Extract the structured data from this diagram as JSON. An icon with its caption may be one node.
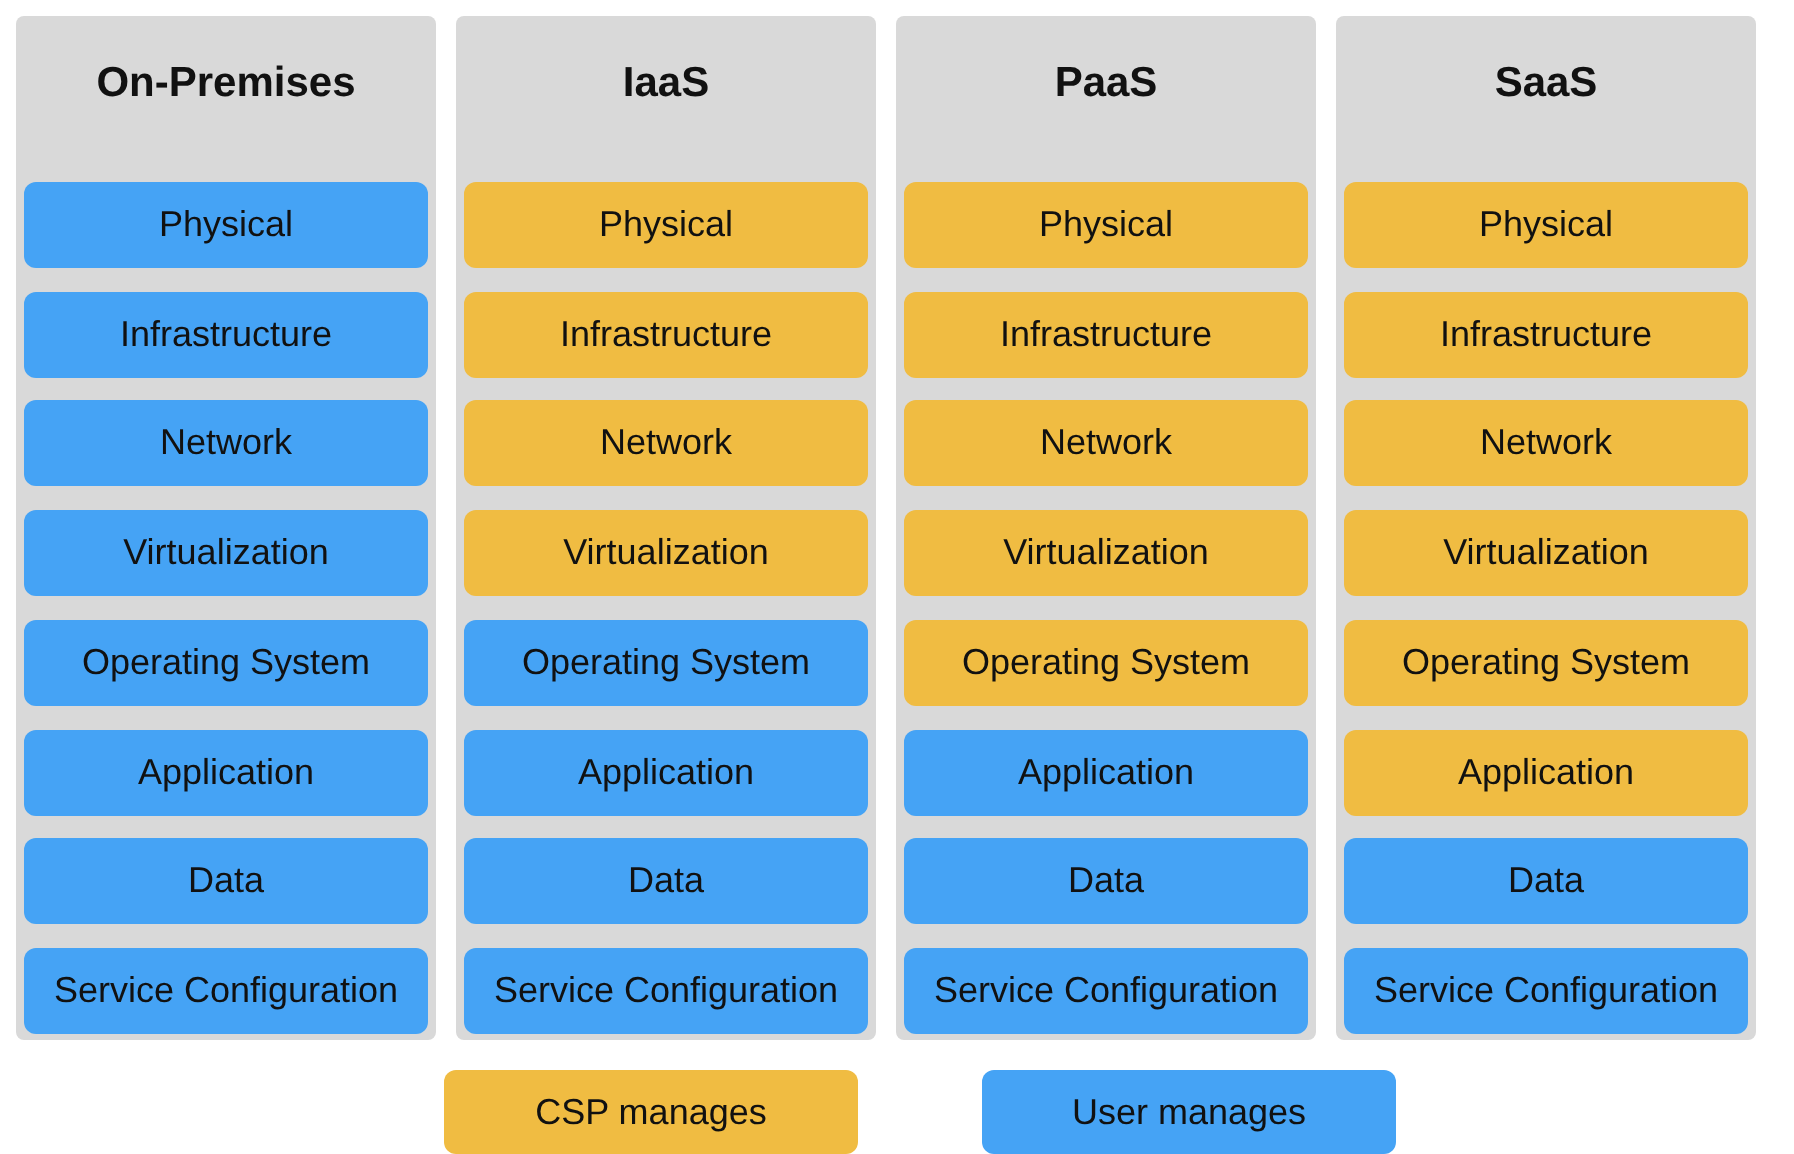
{
  "diagram": {
    "nodes": [
      {
        "text": [
          "On-Premises"
        ]
      },
      {
        "text": [
          "Physical"
        ],
        "in": 0
      },
      {
        "text": [
          "Infrastructure"
        ],
        "in": 0
      },
      {
        "text": [
          "Network"
        ],
        "in": 0
      },
      {
        "text": [
          "Virtualization"
        ],
        "in": 0
      },
      {
        "text": [
          "Operating System"
        ],
        "in": 0
      },
      {
        "text": [
          "Application"
        ],
        "in": 0
      },
      {
        "text": [
          "Data"
        ],
        "in": 0
      },
      {
        "text": [
          "Service Configuration"
        ],
        "in": 0
      },
      {
        "text": [
          "IaaS"
        ]
      },
      {
        "text": [
          "Physical"
        ],
        "in": 9
      },
      {
        "text": [
          "Infrastructure"
        ],
        "in": 9
      },
      {
        "text": [
          "Network"
        ],
        "in": 9
      },
      {
        "text": [
          "Virtualization"
        ],
        "in": 9
      },
      {
        "text": [
          "Operating System"
        ],
        "in": 9
      },
      {
        "text": [
          "Application"
        ],
        "in": 9
      },
      {
        "text": [
          "Data"
        ],
        "in": 9
      },
      {
        "text": [
          "Service Configuration"
        ],
        "in": 9
      },
      {
        "text": [
          "PaaS"
        ]
      },
      {
        "text": [
          "Physical"
        ],
        "in": 18
      },
      {
        "text": [
          "Infrastructure"
        ],
        "in": 18
      },
      {
        "text": [
          "Network"
        ],
        "in": 18
      },
      {
        "text": [
          "Virtualization"
        ],
        "in": 18
      },
      {
        "text": [
          "Operating System"
        ],
        "in": 18
      },
      {
        "text": [
          "Application"
        ],
        "in": 18
      },
      {
        "text": [
          "Data"
        ],
        "in": 18
      },
      {
        "text": [
          "Service Configuration"
        ],
        "in": 18
      },
      {
        "text": [
          "SaaS"
        ]
      },
      {
        "text": [
          "Physical"
        ],
        "in": 27
      },
      {
        "text": [
          "Infrastructure"
        ],
        "in": 27
      },
      {
        "text": [
          "Network"
        ],
        "in": 27
      },
      {
        "text": [
          "Virtualization"
        ],
        "in": 27
      },
      {
        "text": [
          "Operating System"
        ],
        "in": 27
      },
      {
        "text": [
          "Application"
        ],
        "in": 27
      },
      {
        "text": [
          "Data"
        ],
        "in": 27
      },
      {
        "text": [
          "Service Configuration"
        ],
        "in": 27
      }
    ],
    "edges": [],
    "legend": [
      {
        "text": "CSP manages",
        "color": "#f0bc42"
      },
      {
        "text": "User manages",
        "color": "#45a3f5"
      }
    ]
  }
}
